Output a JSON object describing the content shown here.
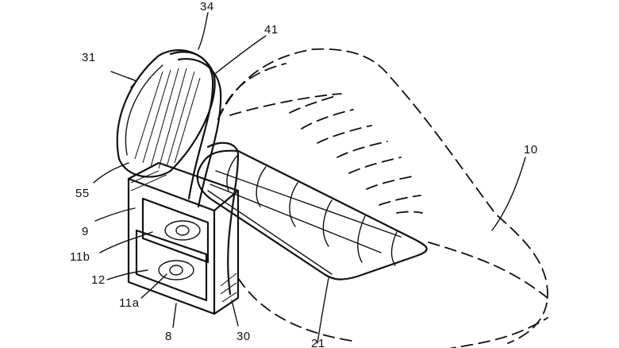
{
  "labels": {
    "l34": "34",
    "l41": "41",
    "l31": "31",
    "l10": "10",
    "l55": "55",
    "l9": "9",
    "l11b": "11b",
    "l12": "12",
    "l11a": "11a",
    "l8": "8",
    "l30": "30",
    "l21": "21"
  },
  "colors": {
    "ink": "#111111",
    "paper": "#ffffff"
  }
}
